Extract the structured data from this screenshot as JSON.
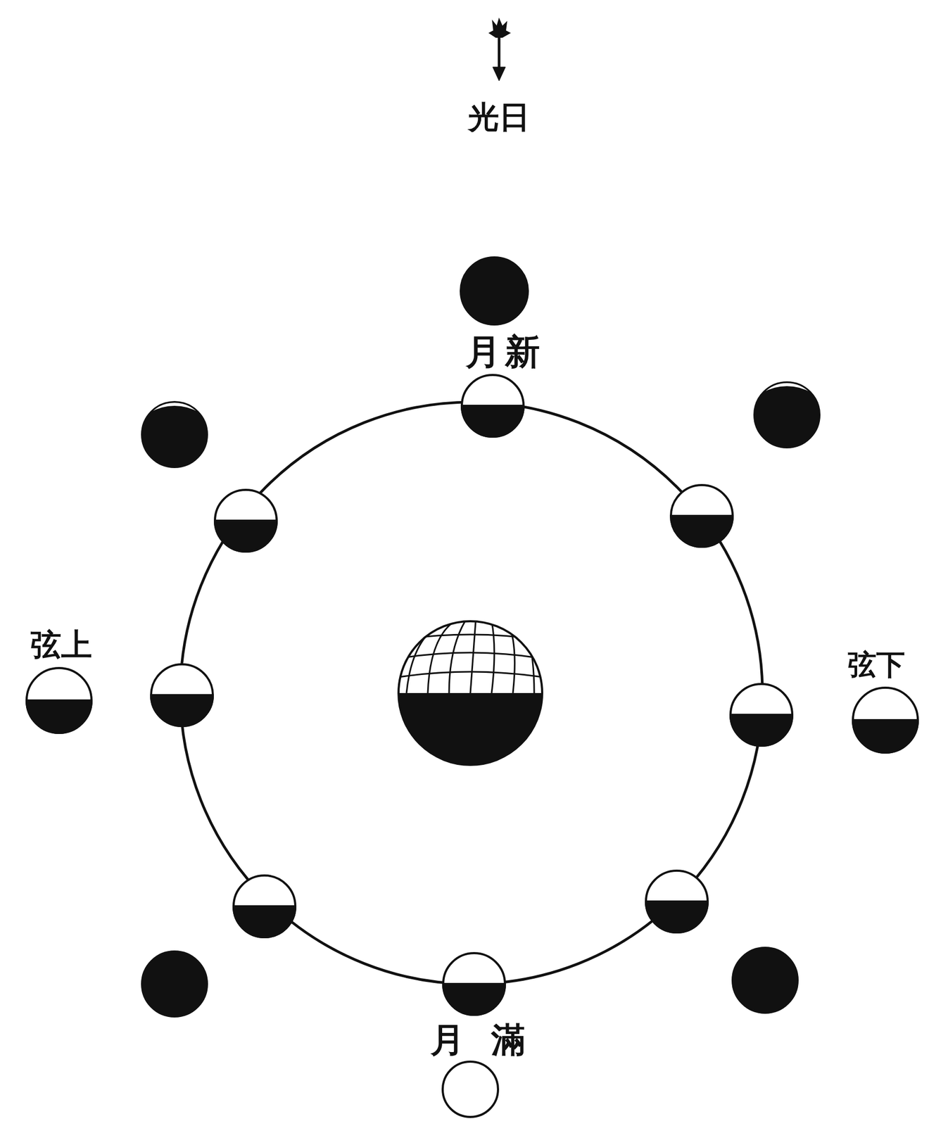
{
  "diagram": {
    "labels": [
      "光日",
      "月新",
      "弦上",
      "弦下",
      "月滿"
    ]
  }
}
